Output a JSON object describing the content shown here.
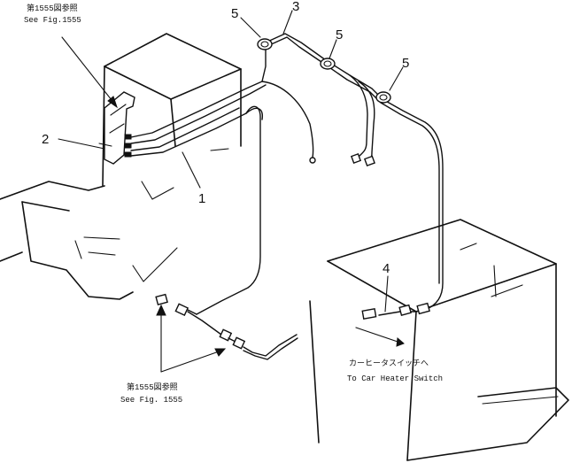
{
  "callouts": {
    "item1": "1",
    "item2": "2",
    "item3": "3",
    "item4": "4",
    "item5a": "5",
    "item5b": "5",
    "item5c": "5"
  },
  "notes": {
    "top_ref_jp": "第1555図参照",
    "top_ref_en": "See Fig.1555",
    "bottom_ref_jp": "第1555図参照",
    "bottom_ref_en": "See Fig. 1555",
    "switch_jp": "カーヒータスイッチへ",
    "switch_en": "To Car Heater Switch"
  }
}
